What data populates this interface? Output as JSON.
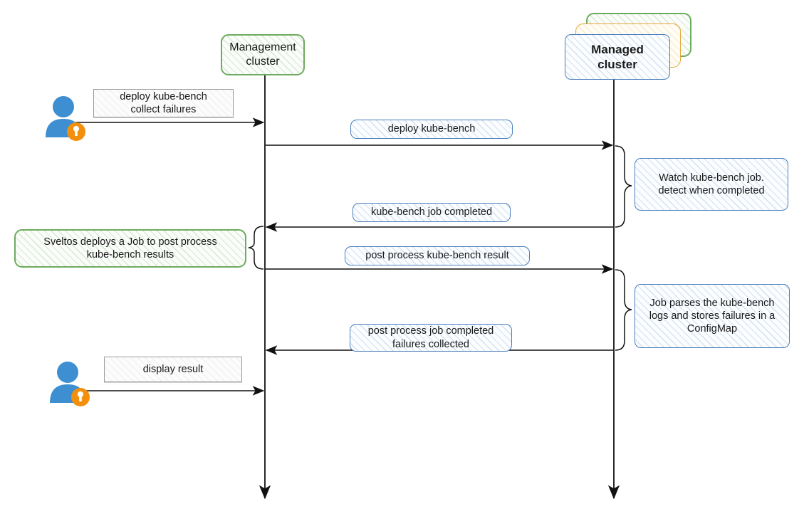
{
  "diagram": {
    "type": "sequence-diagram",
    "title": "kube-bench collect failures sequence",
    "colors": {
      "green": "#6dab5e",
      "blue": "#4a7ebb",
      "orange": "#e0a83c",
      "gray": "#9a9a9a",
      "actor_body": "#3d8fd1",
      "actor_badge": "#f2900d",
      "line": "#1a1a1a"
    }
  },
  "participants": {
    "management": {
      "line1": "Management",
      "line2": "cluster"
    },
    "managed": {
      "line1": "Managed",
      "line2": "cluster"
    }
  },
  "actors": {
    "top": {
      "name": "user-actor-top",
      "icon": "user-key-icon"
    },
    "bottom": {
      "name": "user-actor-bottom",
      "icon": "user-key-icon"
    }
  },
  "messages": [
    {
      "id": "m1",
      "line1": "deploy kube-bench",
      "line2": "collect failures",
      "style": "gray",
      "from": "user",
      "to": "management"
    },
    {
      "id": "m2",
      "line1": "deploy kube-bench",
      "line2": "",
      "style": "blue",
      "from": "management",
      "to": "managed"
    },
    {
      "id": "m3",
      "line1": "kube-bench job completed",
      "line2": "",
      "style": "blue",
      "from": "managed",
      "to": "management"
    },
    {
      "id": "m4",
      "line1": "post process kube-bench result",
      "line2": "",
      "style": "blue",
      "from": "management",
      "to": "managed"
    },
    {
      "id": "m5",
      "line1": "post process job completed",
      "line2": "failures collected",
      "style": "blue",
      "from": "managed",
      "to": "management"
    },
    {
      "id": "m6",
      "line1": "display result",
      "line2": "",
      "style": "gray",
      "from": "user",
      "to": "management"
    }
  ],
  "notes": [
    {
      "id": "n1",
      "style": "blue",
      "lines": [
        "Watch kube-bench job.",
        "detect when completed"
      ]
    },
    {
      "id": "n2",
      "style": "green",
      "lines": [
        "Sveltos deploys a Job to post process",
        "kube-bench results"
      ]
    },
    {
      "id": "n3",
      "style": "blue",
      "lines": [
        "Job parses the kube-bench",
        "logs and stores failures in a",
        "ConfigMap"
      ]
    }
  ]
}
